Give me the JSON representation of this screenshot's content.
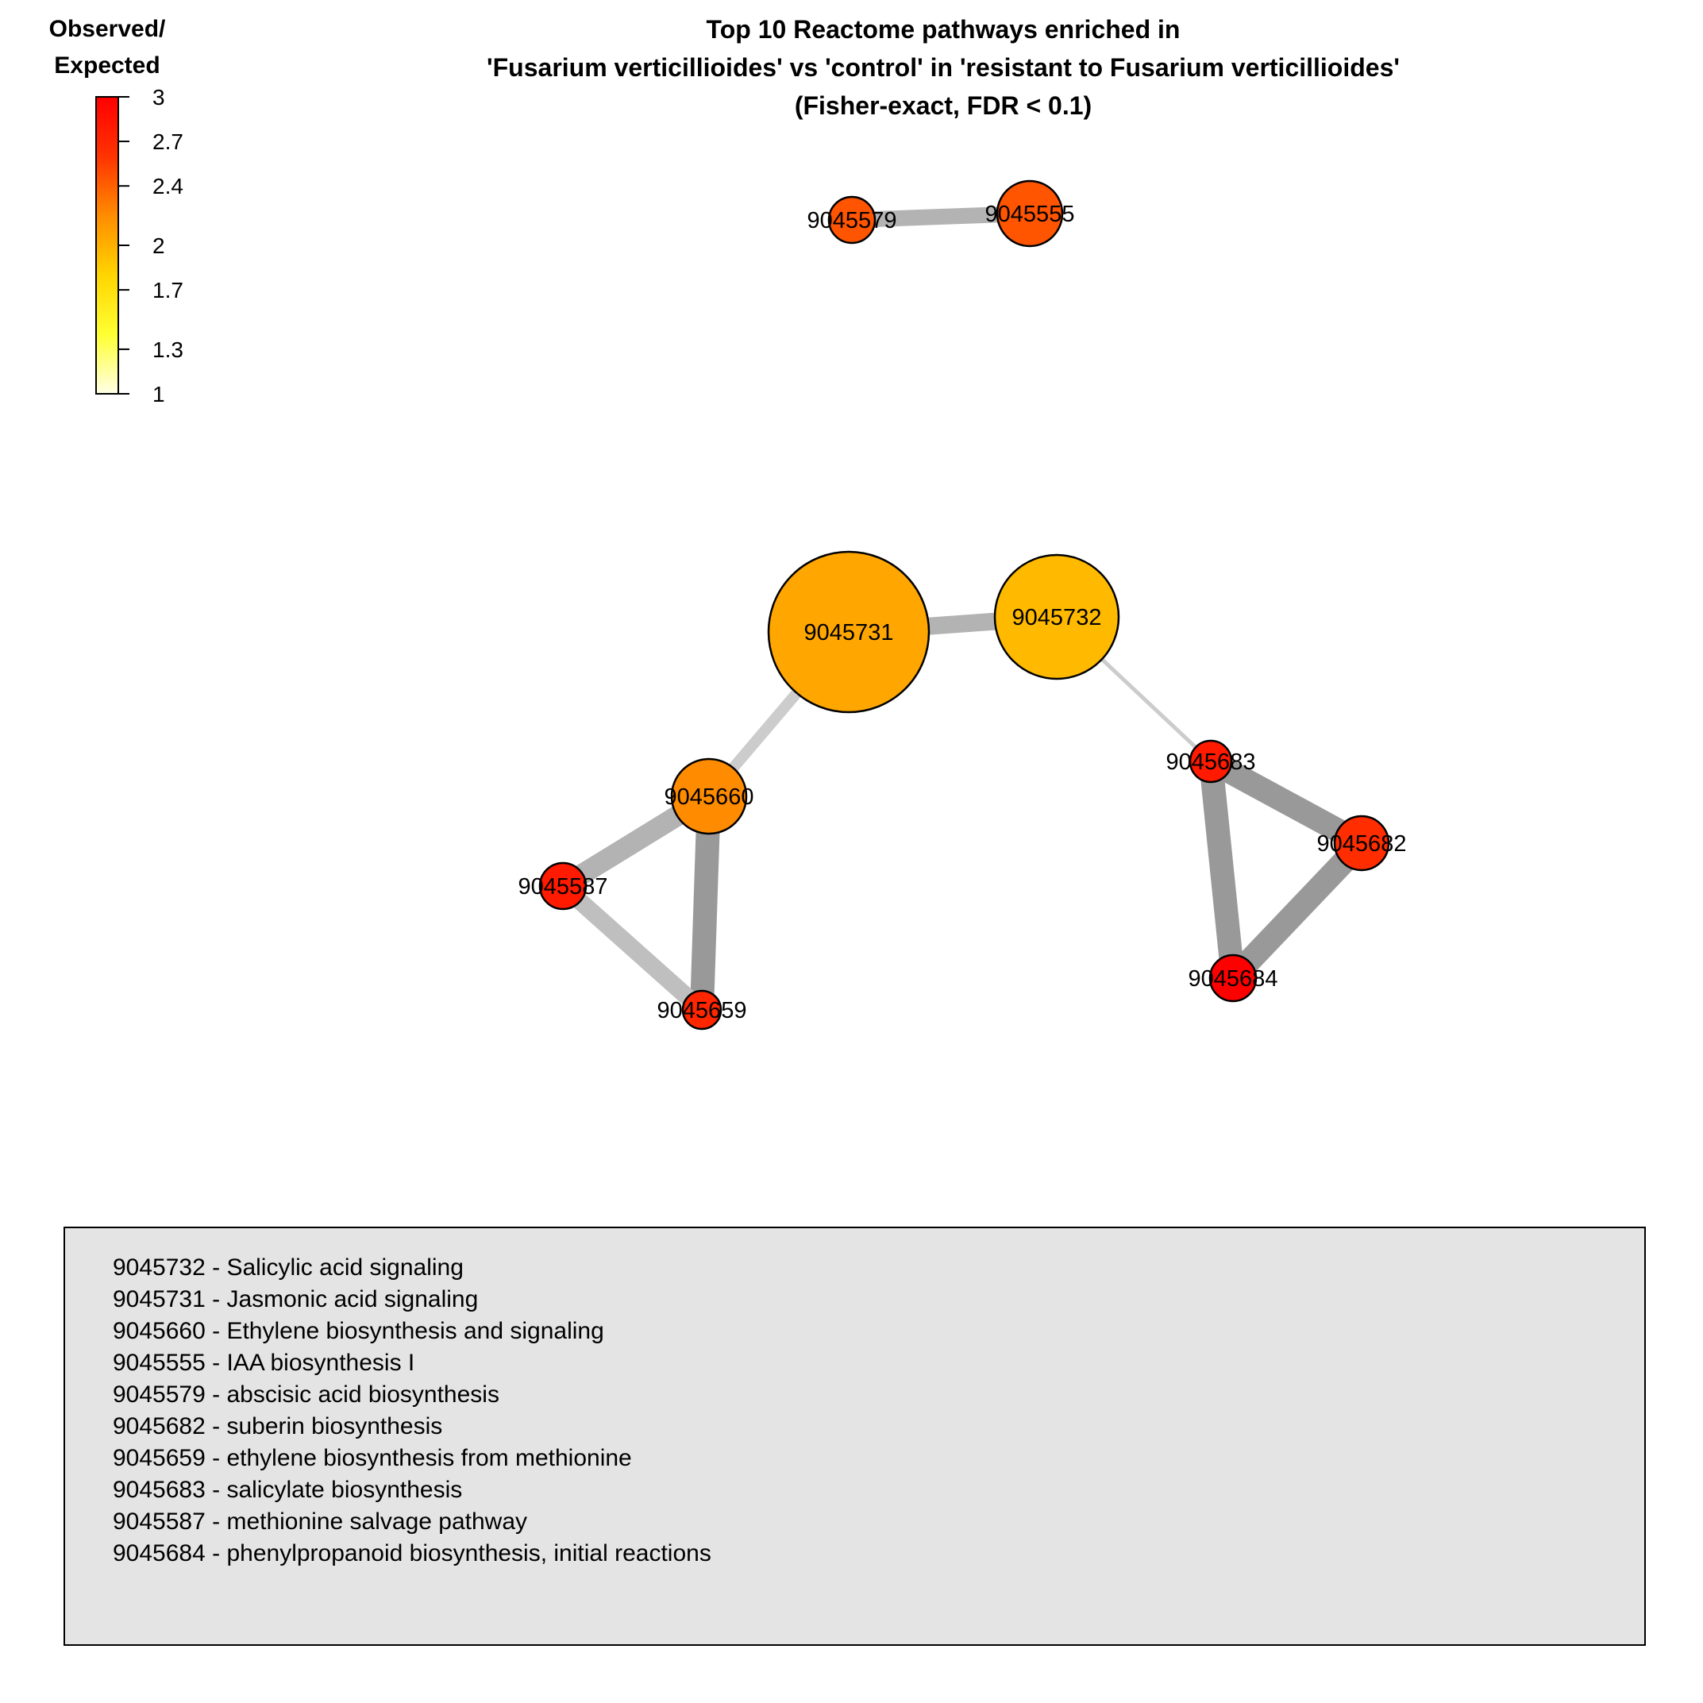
{
  "title": {
    "line1": "Top 10 Reactome pathways enriched in",
    "line2": "'Fusarium verticillioides' vs 'control' in 'resistant to Fusarium verticillioides'",
    "line3": "(Fisher-exact, FDR < 0.1)"
  },
  "colorbar": {
    "label_line1": "Observed/",
    "label_line2": "Expected",
    "ticks": [
      "3",
      "2.7",
      "2.4",
      "2",
      "1.7",
      "1.3",
      "1"
    ],
    "colors": [
      "#ffffe6",
      "#ffff33",
      "#ffd500",
      "#ff8c00",
      "#ff3300",
      "#ff0000"
    ]
  },
  "nodes": [
    {
      "id": "9045579",
      "label": "9045579",
      "ratio": 2.45
    },
    {
      "id": "9045555",
      "label": "9045555",
      "ratio": 2.45
    },
    {
      "id": "9045731",
      "label": "9045731",
      "ratio": 2.05
    },
    {
      "id": "9045732",
      "label": "9045732",
      "ratio": 1.95
    },
    {
      "id": "9045660",
      "label": "9045660",
      "ratio": 2.2
    },
    {
      "id": "9045587",
      "label": "9045587",
      "ratio": 2.8
    },
    {
      "id": "9045659",
      "label": "9045659",
      "ratio": 2.7
    },
    {
      "id": "9045683",
      "label": "9045683",
      "ratio": 2.8
    },
    {
      "id": "9045682",
      "label": "9045682",
      "ratio": 2.65
    },
    {
      "id": "9045684",
      "label": "9045684",
      "ratio": 3.0
    }
  ],
  "edges": [
    {
      "from": "9045579",
      "to": "9045555"
    },
    {
      "from": "9045731",
      "to": "9045732"
    },
    {
      "from": "9045731",
      "to": "9045660"
    },
    {
      "from": "9045732",
      "to": "9045683"
    },
    {
      "from": "9045660",
      "to": "9045587"
    },
    {
      "from": "9045660",
      "to": "9045659"
    },
    {
      "from": "9045587",
      "to": "9045659"
    },
    {
      "from": "9045683",
      "to": "9045682"
    },
    {
      "from": "9045683",
      "to": "9045684"
    },
    {
      "from": "9045682",
      "to": "9045684"
    }
  ],
  "legend": [
    "9045732 - Salicylic acid signaling",
    "9045731 - Jasmonic acid signaling",
    "9045660 - Ethylene biosynthesis and signaling",
    "9045555 - IAA biosynthesis I",
    "9045579 - abscisic acid biosynthesis",
    "9045682 - suberin biosynthesis",
    "9045659 - ethylene biosynthesis from methionine",
    "9045683 - salicylate biosynthesis",
    "9045587 - methionine salvage pathway",
    "9045684 - phenylpropanoid biosynthesis, initial reactions"
  ]
}
